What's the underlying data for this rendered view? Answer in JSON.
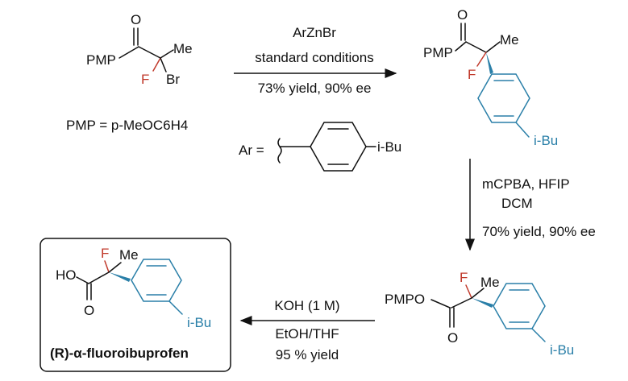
{
  "reaction1": {
    "reagent": "ArZnBr",
    "conditions": "standard conditions",
    "result": "73% yield, 90% ee"
  },
  "reaction2": {
    "reagents": "mCPBA, HFIP",
    "solvent": "DCM",
    "result": "70% yield, 90% ee"
  },
  "reaction3": {
    "reagent": "KOH (1 M)",
    "solvent": "EtOH/THF",
    "result": "95 % yield"
  },
  "labels": {
    "pmp": "PMP",
    "pmpo": "PMPO",
    "ho": "HO",
    "o": "O",
    "me": "Me",
    "f": "F",
    "br": "Br",
    "ibu": "i-Bu",
    "ar_eq": "Ar =",
    "pmp_def": "PMP = p-MeOC6H4"
  },
  "product": {
    "name": "(R)-α-fluoroibuprofen"
  },
  "colors": {
    "fluorine": "#c0392b",
    "aryl": "#2a7fa8",
    "text": "#111111"
  }
}
